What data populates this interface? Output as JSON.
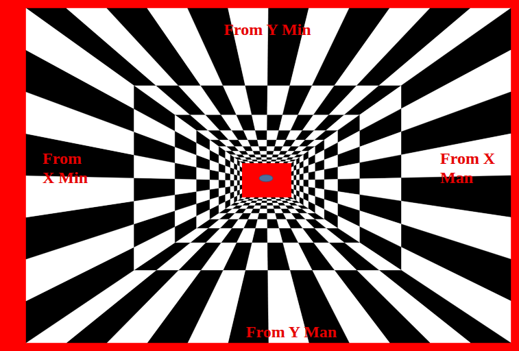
{
  "diagram": {
    "labels": [
      "From Y Min",
      "From X Min",
      "From X Man",
      "From Y Man"
    ]
  }
}
